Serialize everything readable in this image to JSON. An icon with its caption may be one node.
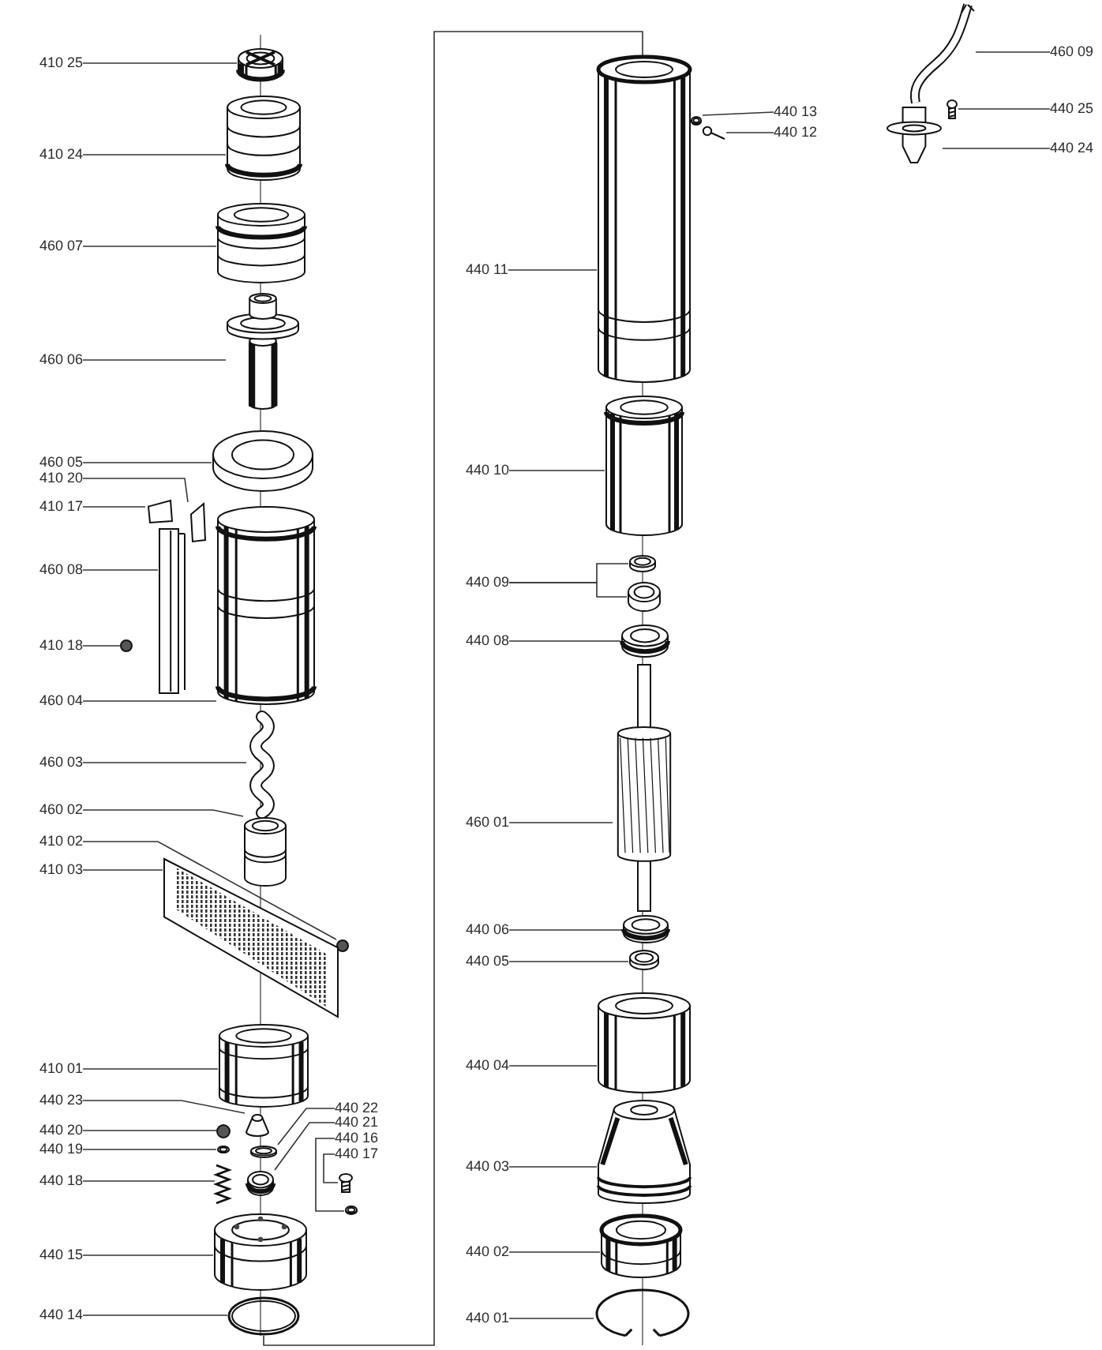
{
  "diagram": {
    "nodes": [
      {
        "text": [
          "410 25"
        ]
      },
      {
        "text": [],
        "shape": "picture"
      },
      {
        "text": [
          "410 24"
        ]
      },
      {
        "text": [],
        "shape": "picture"
      },
      {
        "text": [
          "460 07"
        ]
      },
      {
        "text": [],
        "shape": "picture"
      },
      {
        "text": [
          "460 06"
        ]
      },
      {
        "text": [],
        "shape": "picture"
      },
      {
        "text": [
          "460 05"
        ]
      },
      {
        "text": [],
        "shape": "picture"
      },
      {
        "text": [
          "410 20"
        ]
      },
      {
        "text": [],
        "shape": "box"
      },
      {
        "text": [
          "410 17"
        ]
      },
      {
        "text": [],
        "shape": "box"
      },
      {
        "text": [
          "460 08"
        ]
      },
      {
        "text": [],
        "shape": "picture"
      },
      {
        "text": [
          "410 18"
        ]
      },
      {
        "text": [],
        "shape": "circle"
      },
      {
        "text": [
          "460 04"
        ]
      },
      {
        "text": [],
        "shape": "picture"
      },
      {
        "text": [
          "460 03"
        ]
      },
      {
        "text": [],
        "shape": "picture"
      },
      {
        "text": [
          "460 02"
        ]
      },
      {
        "text": [],
        "shape": "picture"
      },
      {
        "text": [
          "410 02"
        ]
      },
      {
        "text": [],
        "shape": "circle"
      },
      {
        "text": [
          "410 03"
        ]
      },
      {
        "text": [],
        "shape": "picture"
      },
      {
        "text": [
          "410 01"
        ]
      },
      {
        "text": [],
        "shape": "picture"
      },
      {
        "text": [
          "440 23"
        ]
      },
      {
        "text": [],
        "shape": "cone"
      },
      {
        "text": [
          "440 20"
        ]
      },
      {
        "text": [],
        "shape": "circle"
      },
      {
        "text": [
          "440 19"
        ]
      },
      {
        "text": [],
        "shape": "picture"
      },
      {
        "text": [
          "440 18"
        ]
      },
      {
        "text": [],
        "shape": "picture"
      },
      {
        "text": [
          "440 15"
        ]
      },
      {
        "text": [],
        "shape": "picture"
      },
      {
        "text": [
          "440 14"
        ]
      },
      {
        "text": [],
        "shape": "picture"
      },
      {
        "text": [
          "440 22"
        ]
      },
      {
        "text": [],
        "shape": "picture"
      },
      {
        "text": [
          "440 21"
        ]
      },
      {
        "text": [],
        "shape": "picture"
      },
      {
        "text": [
          "440 16"
        ]
      },
      {
        "text": [],
        "shape": "picture"
      },
      {
        "text": [
          "440 17"
        ]
      },
      {
        "text": [],
        "shape": "picture"
      },
      {
        "text": [
          "460 09"
        ]
      },
      {
        "text": [],
        "shape": "picture"
      },
      {
        "text": [
          "440 25"
        ]
      },
      {
        "text": [],
        "shape": "picture"
      },
      {
        "text": [
          "440 24"
        ]
      },
      {
        "text": [],
        "shape": "picture"
      },
      {
        "text": [
          "440 13"
        ]
      },
      {
        "text": [],
        "shape": "picture"
      },
      {
        "text": [
          "440 12"
        ]
      },
      {
        "text": [],
        "shape": "picture"
      },
      {
        "text": [
          "440 11"
        ]
      },
      {
        "text": [],
        "shape": "picture"
      },
      {
        "text": [
          "440 10"
        ]
      },
      {
        "text": [],
        "shape": "picture"
      },
      {
        "text": [
          "440 09"
        ]
      },
      {
        "text": [],
        "shape": "picture"
      },
      {
        "text": [],
        "shape": "picture"
      },
      {
        "text": [
          "440 08"
        ]
      },
      {
        "text": [],
        "shape": "picture"
      },
      {
        "text": [
          "460 01"
        ]
      },
      {
        "text": [],
        "shape": "picture"
      },
      {
        "text": [
          "440 06"
        ]
      },
      {
        "text": [],
        "shape": "picture"
      },
      {
        "text": [
          "440 05"
        ]
      },
      {
        "text": [],
        "shape": "picture"
      },
      {
        "text": [
          "440 04"
        ]
      },
      {
        "text": [],
        "shape": "picture"
      },
      {
        "text": [
          "440 03"
        ]
      },
      {
        "text": [],
        "shape": "picture"
      },
      {
        "text": [
          "440 02"
        ]
      },
      {
        "text": [],
        "shape": "picture"
      },
      {
        "text": [
          "440 01"
        ]
      },
      {
        "text": [],
        "shape": "picture"
      }
    ],
    "edges": [
      {
        "from": 0,
        "to": 1,
        "arrow": "none"
      },
      {
        "from": 2,
        "to": 3,
        "arrow": "none"
      },
      {
        "from": 4,
        "to": 5,
        "arrow": "none"
      },
      {
        "from": 6,
        "to": 7,
        "arrow": "none"
      },
      {
        "from": 8,
        "to": 9,
        "arrow": "none"
      },
      {
        "from": 10,
        "to": 11,
        "arrow": "none"
      },
      {
        "from": 12,
        "to": 13,
        "arrow": "none"
      },
      {
        "from": 14,
        "to": 15,
        "arrow": "none"
      },
      {
        "from": 16,
        "to": 17,
        "arrow": "none"
      },
      {
        "from": 18,
        "to": 19,
        "arrow": "none"
      },
      {
        "from": 20,
        "to": 21,
        "arrow": "none"
      },
      {
        "from": 22,
        "to": 23,
        "arrow": "none"
      },
      {
        "from": 24,
        "to": 25,
        "arrow": "none"
      },
      {
        "from": 26,
        "to": 27,
        "arrow": "none"
      },
      {
        "from": 28,
        "to": 29,
        "arrow": "none"
      },
      {
        "from": 30,
        "to": 31,
        "arrow": "none"
      },
      {
        "from": 32,
        "to": 33,
        "arrow": "none"
      },
      {
        "from": 34,
        "to": 35,
        "arrow": "none"
      },
      {
        "from": 36,
        "to": 37,
        "arrow": "none"
      },
      {
        "from": 38,
        "to": 39,
        "arrow": "none"
      },
      {
        "from": 40,
        "to": 41,
        "arrow": "none"
      },
      {
        "from": 42,
        "to": 43,
        "arrow": "none"
      },
      {
        "from": 44,
        "to": 45,
        "arrow": "none"
      },
      {
        "from": 46,
        "to": 47,
        "arrow": "none"
      },
      {
        "from": 48,
        "to": 49,
        "arrow": "none"
      },
      {
        "from": 50,
        "to": 51,
        "arrow": "none"
      },
      {
        "from": 52,
        "to": 53,
        "arrow": "none"
      },
      {
        "from": 54,
        "to": 55,
        "arrow": "none"
      },
      {
        "from": 56,
        "to": 57,
        "arrow": "none"
      },
      {
        "from": 58,
        "to": 59,
        "arrow": "none"
      },
      {
        "from": 60,
        "to": 61,
        "arrow": "none"
      },
      {
        "from": 62,
        "to": 63,
        "arrow": "none"
      },
      {
        "from": 64,
        "to": 65,
        "arrow": "none"
      },
      {
        "from": 64,
        "to": 66,
        "arrow": "none"
      },
      {
        "from": 67,
        "to": 68,
        "arrow": "none"
      },
      {
        "from": 69,
        "to": 70,
        "arrow": "none"
      },
      {
        "from": 71,
        "to": 72,
        "arrow": "none"
      },
      {
        "from": 73,
        "to": 74,
        "arrow": "none"
      },
      {
        "from": 75,
        "to": 76,
        "arrow": "none"
      },
      {
        "from": 77,
        "to": 78,
        "arrow": "none"
      },
      {
        "from": 79,
        "to": 80,
        "arrow": "none"
      },
      {
        "from": 81,
        "to": 82,
        "arrow": "none"
      },
      {
        "from": 41,
        "to": 61,
        "arrow": "none"
      }
    ]
  }
}
